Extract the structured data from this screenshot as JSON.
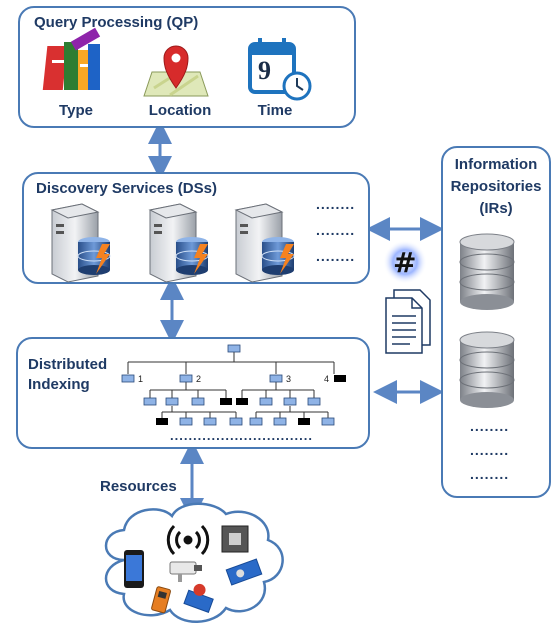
{
  "qp": {
    "title": "Query Processing (QP)",
    "type_label": "Type",
    "location_label": "Location",
    "time_label": "Time",
    "calendar_digit": "9"
  },
  "ds": {
    "title": "Discovery Services (DSs)",
    "dots": [
      "........",
      "........",
      "........"
    ]
  },
  "di": {
    "title_line1": "Distributed",
    "title_line2": "Indexing",
    "node_labels": [
      "1",
      "2",
      "3",
      "4"
    ],
    "bottom_dots": "..............................."
  },
  "ir": {
    "title_line1": "Information",
    "title_line2": "Repositories",
    "title_line3": "(IRs)",
    "dots": [
      "........",
      "........",
      "........"
    ]
  },
  "hash_symbol": "#",
  "resources": {
    "label": "Resources"
  },
  "colors": {
    "border": "#4a7ab5",
    "arrow": "#5b86c4",
    "text": "#1f3a64",
    "node_fill": "#8fb3e6",
    "node_dark": "#000000"
  }
}
